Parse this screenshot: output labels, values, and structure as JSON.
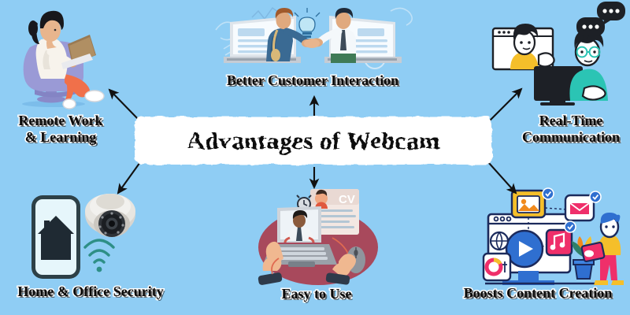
{
  "infographic": {
    "title": "Advantages of Webcam",
    "background_color": "#8fcdf4",
    "title_box_color": "#ffffff",
    "title_text_color": "#080808",
    "arrow_color": "#111111",
    "label_text_color": "#0a0a0a",
    "label_outline_color": "#ffffff"
  },
  "branches": [
    {
      "id": "remote-work",
      "label": "Remote Work\n& Learning",
      "position": "top-left",
      "illustration": "woman-in-armchair-with-laptop-icon",
      "arrow": "arrow-up-left"
    },
    {
      "id": "customer-interaction",
      "label": "Better Customer Interaction",
      "position": "top-center",
      "illustration": "two-men-handshake-through-laptops-icon",
      "arrow": "arrow-up"
    },
    {
      "id": "real-time-communication",
      "label": "Real-Time\nCommunication",
      "position": "top-right",
      "illustration": "video-call-two-men-monitor-icon",
      "arrow": "arrow-up-right"
    },
    {
      "id": "home-office-security",
      "label": "Home & Office Security",
      "position": "bottom-left",
      "illustration": "smartphone-house-cctv-dome-wifi-icon",
      "arrow": "arrow-down-left"
    },
    {
      "id": "easy-to-use",
      "label": "Easy to Use",
      "position": "bottom-center",
      "illustration": "laptop-video-interview-cv-hands-mouse-icon",
      "arrow": "arrow-down"
    },
    {
      "id": "boosts-content-creation",
      "label": "Boosts Content Creation",
      "position": "bottom-right",
      "illustration": "monitor-play-button-media-cards-creator-icon",
      "arrow": "arrow-down-right"
    }
  ],
  "illustration_colors": {
    "armchair_purple": "#9a9ad6",
    "pants_coral": "#f0704a",
    "top_cream": "#f7f3ec",
    "hair_black": "#18181c",
    "laptop_grey": "#b9bcc4",
    "shirt_yellow": "#f5bf2a",
    "shirt_teal": "#2bc4b4",
    "monitor_dark": "#1d2026",
    "suit_blue": "#3a6a93",
    "screen_white": "#f4f9fd",
    "cctv_grey": "#c9c6c0",
    "wifi_teal": "#2e8f86",
    "oval_maroon": "#a8495c",
    "accent_blue": "#2f6fd0",
    "accent_pink": "#ef2f6a",
    "accent_orange": "#f08a1d",
    "plant_green": "#2f7f68"
  }
}
